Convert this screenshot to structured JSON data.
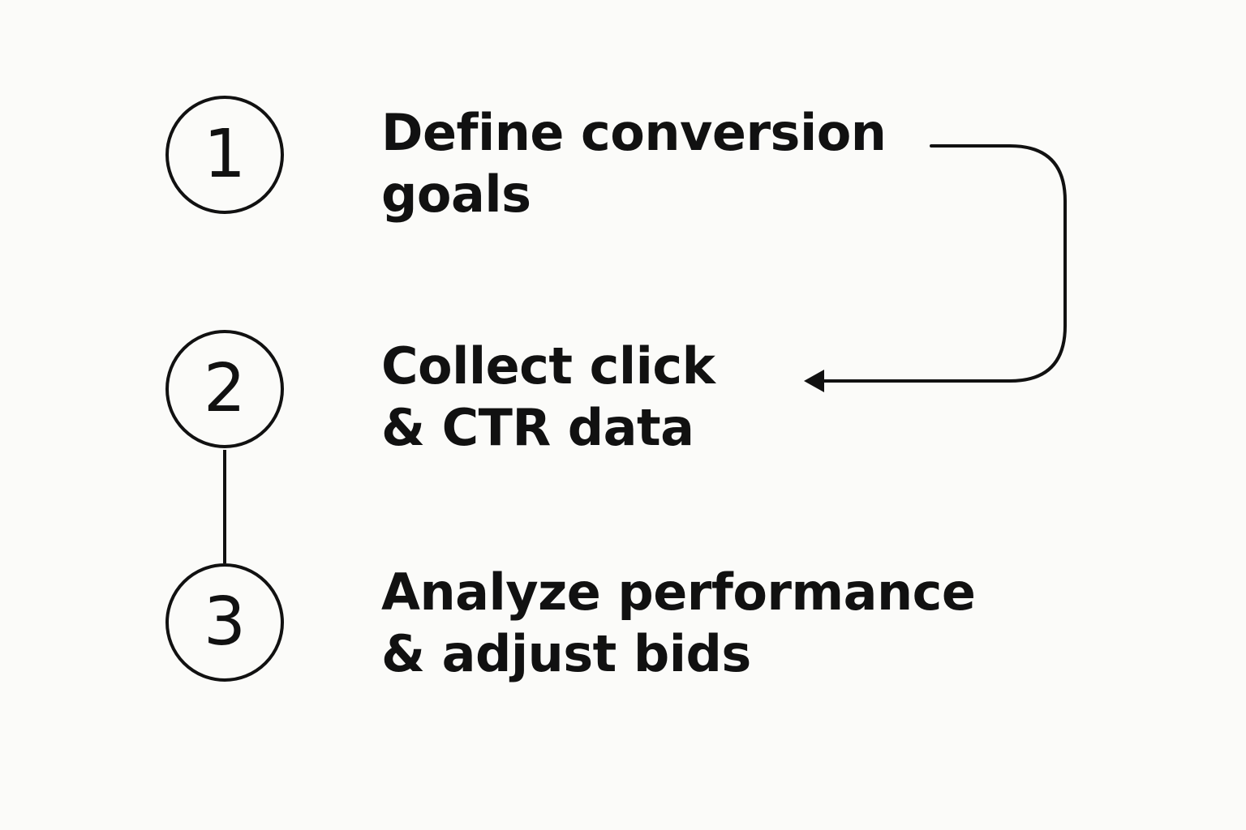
{
  "steps": [
    {
      "number": "1",
      "line1": "Define conversion",
      "line2": "goals"
    },
    {
      "number": "2",
      "line1": "Collect click",
      "line2": "& CTR data"
    },
    {
      "number": "3",
      "line1": "Analyze performance",
      "line2": "& adjust bids"
    }
  ],
  "colors": {
    "background": "#fbfbf9",
    "ink": "#111111"
  }
}
